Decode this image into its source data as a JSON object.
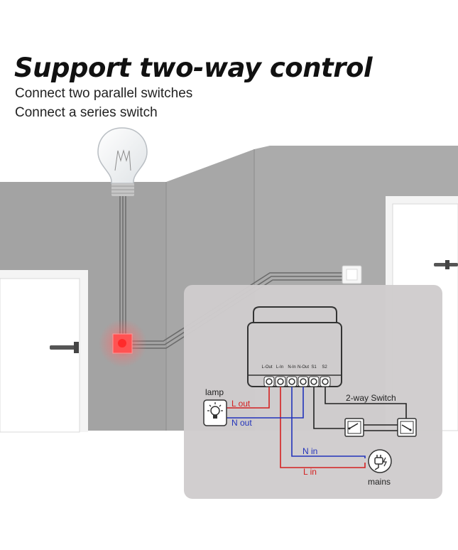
{
  "header": {
    "title": "Support two-way control",
    "line1": "Connect two parallel switches",
    "line2": "Connect a series switch"
  },
  "module": {
    "terminals": [
      "L-Out",
      "L-In",
      "N-In",
      "N-Out",
      "S1",
      "S2"
    ]
  },
  "labels": {
    "lamp": "lamp",
    "l_out": "L out",
    "n_out": "N out",
    "n_in": "N in",
    "l_in": "L in",
    "mains": "mains",
    "two_way_switch": "2-way Switch"
  },
  "colors": {
    "wall": "#9e9e9e",
    "panel": "#cfcccd",
    "live_wire": "#d42020",
    "neutral_wire": "#2233bb",
    "switch_wire": "#222222",
    "indicator": "#ff3b3b"
  },
  "icons": [
    "light-bulb-icon",
    "lamp-icon",
    "mains-plug-icon",
    "switch-icon",
    "door-handle-icon"
  ]
}
